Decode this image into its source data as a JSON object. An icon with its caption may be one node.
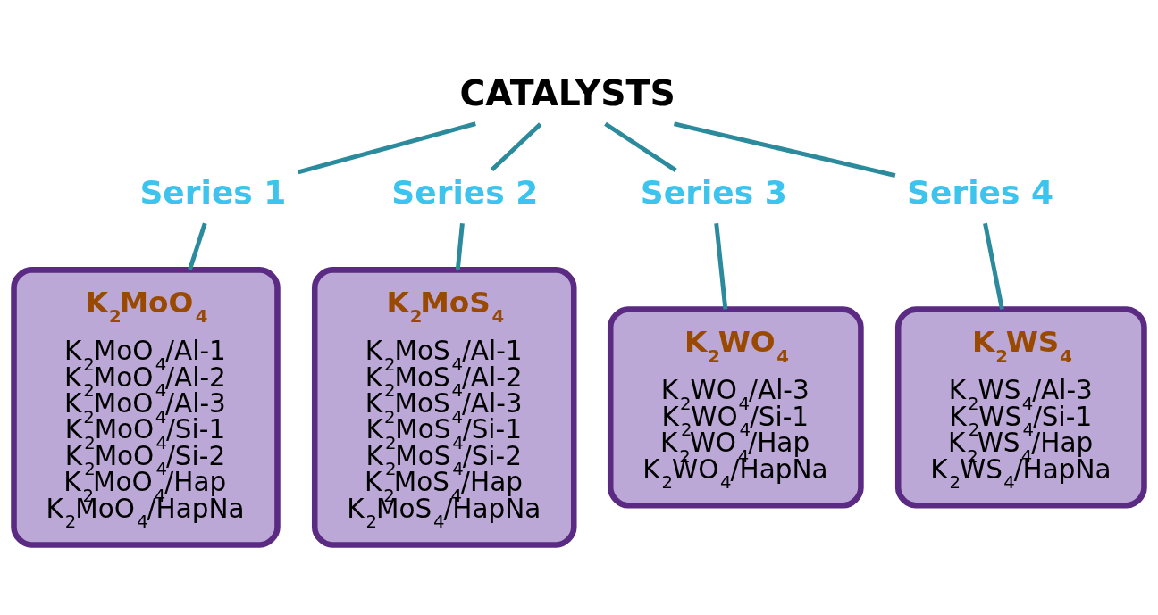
{
  "diagram": {
    "nodes": [
      {
        "text": [
          "CATALYSTS"
        ]
      },
      {
        "text": [
          "Series 1"
        ]
      },
      {
        "text": [
          "Series 2"
        ]
      },
      {
        "text": [
          "Series 3"
        ]
      },
      {
        "text": [
          "Series 4"
        ]
      },
      {
        "text": [
          "K$_{2}$MoO$_{4}$",
          "K$_{2}$MoO$_{4}$/Al-1",
          "K$_{2}$MoO$_{4}$/Al-2",
          "K$_{2}$MoO$_{4}$/Al-3",
          "K$_{2}$MoO$_{4}$/Si-1",
          "K$_{2}$MoO$_{4}$/Si-2",
          "K$_{2}$MoO$_{4}$/Hap",
          "K$_{2}$MoO$_{4}$/HapNa"
        ]
      },
      {
        "text": [
          "K$_{2}$MoS$_{4}$",
          "K$_{2}$MoS$_{4}$/Al-1",
          "K$_{2}$MoS$_{4}$/Al-2",
          "K$_{2}$MoS$_{4}$/Al-3",
          "K$_{2}$MoS$_{4}$/Si-1",
          "K$_{2}$MoS$_{4}$/Si-2",
          "K$_{2}$MoS$_{4}$/Hap",
          "K$_{2}$MoS$_{4}$/HapNa"
        ]
      },
      {
        "text": [
          "K$_{2}$WO$_{4}$",
          "K$_{2}$WO$_{4}$/Al-3",
          "K$_{2}$WO$_{4}$/Si-1",
          "K$_{2}$WO$_{4}$/Hap",
          "K$_{2}$WO$_{4}$/HapNa"
        ]
      },
      {
        "text": [
          "K$_{2}$WS$_{4}$",
          "K$_{2}$WS$_{4}$/Al-3",
          "K$_{2}$WS$_{4}$/Si-1",
          "K$_{2}$WS$_{4}$/Hap",
          "K$_{2}$WS$_{4}$/HapNa"
        ]
      }
    ],
    "edges": [
      {
        "from": 0,
        "to": 1,
        "arrow": "none"
      },
      {
        "from": 0,
        "to": 2,
        "arrow": "none"
      },
      {
        "from": 0,
        "to": 3,
        "arrow": "none"
      },
      {
        "from": 0,
        "to": 4,
        "arrow": "none"
      },
      {
        "from": 1,
        "to": 5,
        "arrow": "none"
      },
      {
        "from": 2,
        "to": 6,
        "arrow": "none"
      },
      {
        "from": 3,
        "to": 7,
        "arrow": "none"
      },
      {
        "from": 4,
        "to": 8,
        "arrow": "none"
      }
    ]
  }
}
